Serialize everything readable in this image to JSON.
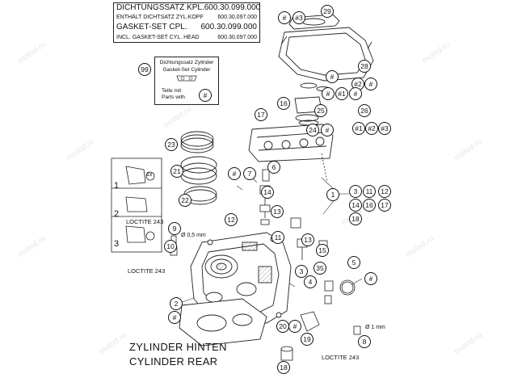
{
  "header": {
    "line1_label": "DICHTUNGSSATZ KPL.",
    "line1_number": "600.30.099.000",
    "line2_label": "ENTHÄLT DICHTSATZ ZYL.KOPF",
    "line2_number": "600.30.097.000",
    "line3_label": "GASKET-SET CPL.",
    "line3_number": "600.30.099.000",
    "line4_label": "INCL. GASKET-SET CYL. HEAD",
    "line4_number": "600.30.097.000"
  },
  "gasket_box": {
    "title_de": "Dichtungssatz Zylinder",
    "title_en": "Gasket-Set Cylinder",
    "parts_with_de": "Teile mit",
    "parts_with_en": "Parts with",
    "callout": "99",
    "symbol": "#"
  },
  "title": {
    "line1": "ZYLINDER HINTEN",
    "line2": "CYLINDER REAR"
  },
  "loctite_labels": [
    "LOCTITE 243",
    "LOCTITE 243",
    "LOCTITE 243"
  ],
  "dimension_labels": [
    "Ø 0,5 mm",
    "Ø 1 mm"
  ],
  "step_labels": [
    "1",
    "2",
    "3",
    "1x"
  ],
  "watermark": "motod.ru",
  "callouts": [
    {
      "label": "#"
    },
    {
      "label": "#3"
    },
    {
      "label": "29"
    },
    {
      "label": "28"
    },
    {
      "label": "#"
    },
    {
      "label": "#2"
    },
    {
      "label": "#"
    },
    {
      "label": "#"
    },
    {
      "label": "#1"
    },
    {
      "label": "#"
    },
    {
      "label": "16"
    },
    {
      "label": "25"
    },
    {
      "label": "26"
    },
    {
      "label": "17"
    },
    {
      "label": "24"
    },
    {
      "label": "#"
    },
    {
      "label": "#1"
    },
    {
      "label": "#2"
    },
    {
      "label": "#3"
    },
    {
      "label": "23"
    },
    {
      "label": "21"
    },
    {
      "label": "22"
    },
    {
      "label": "#"
    },
    {
      "label": "7"
    },
    {
      "label": "6"
    },
    {
      "label": "14"
    },
    {
      "label": "13"
    },
    {
      "label": "12"
    },
    {
      "label": "1"
    },
    {
      "label": "3"
    },
    {
      "label": "11"
    },
    {
      "label": "12"
    },
    {
      "label": "14"
    },
    {
      "label": "16"
    },
    {
      "label": "17"
    },
    {
      "label": "18"
    },
    {
      "label": "11"
    },
    {
      "label": "13"
    },
    {
      "label": "15"
    },
    {
      "label": "9"
    },
    {
      "label": "10"
    },
    {
      "label": "35"
    },
    {
      "label": "3"
    },
    {
      "label": "4"
    },
    {
      "label": "5"
    },
    {
      "label": "#"
    },
    {
      "label": "2"
    },
    {
      "label": "#"
    },
    {
      "label": "20"
    },
    {
      "label": "#"
    },
    {
      "label": "19"
    },
    {
      "label": "8"
    },
    {
      "label": "18"
    },
    {
      "label": "99"
    },
    {
      "label": "#"
    }
  ]
}
